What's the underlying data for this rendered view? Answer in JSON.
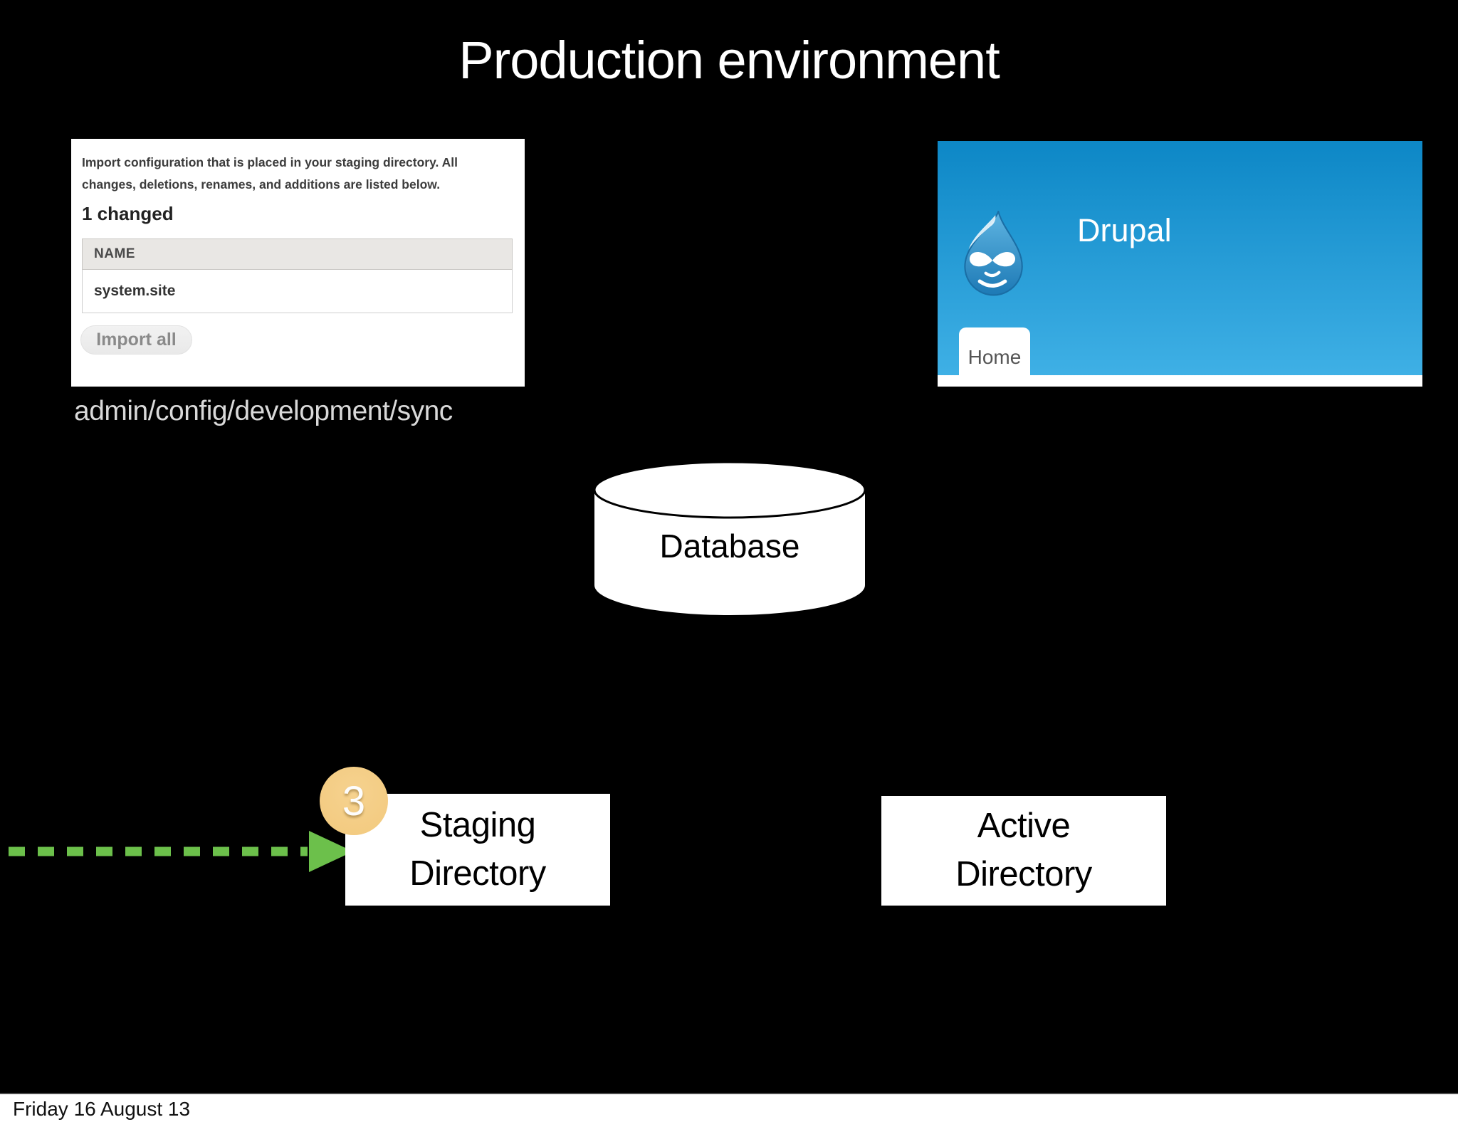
{
  "colors": {
    "slide-bg": "#000000",
    "title-text": "#ffffff",
    "caption-text": "#d9d9d9",
    "drupal-blue-top": "#0d87c6",
    "drupal-blue-bottom": "#41b2e7",
    "arrow-green": "#6cc04b",
    "badge-orange": "#f2c97d",
    "box-bg": "#ffffff",
    "box-text": "#000000",
    "footer-bg": "#ffffff",
    "footer-text": "#111111"
  },
  "slide": {
    "title": "Production environment"
  },
  "config_screenshot": {
    "description": "Import configuration that is placed in your staging directory. All\nchanges, deletions, renames, and additions are listed below.",
    "changed_heading": "1 changed",
    "table": {
      "header": "NAME",
      "rows": [
        "system.site"
      ]
    },
    "import_button_label": "Import all",
    "caption": "admin/config/development/sync"
  },
  "drupal_header": {
    "site_name": "Drupal",
    "home_tab_label": "Home"
  },
  "diagram": {
    "database_label": "Database",
    "step_badge": "3",
    "staging_label": "Staging\nDirectory",
    "active_label": "Active\nDirectory"
  },
  "footer": {
    "date": "Friday 16 August 13"
  }
}
